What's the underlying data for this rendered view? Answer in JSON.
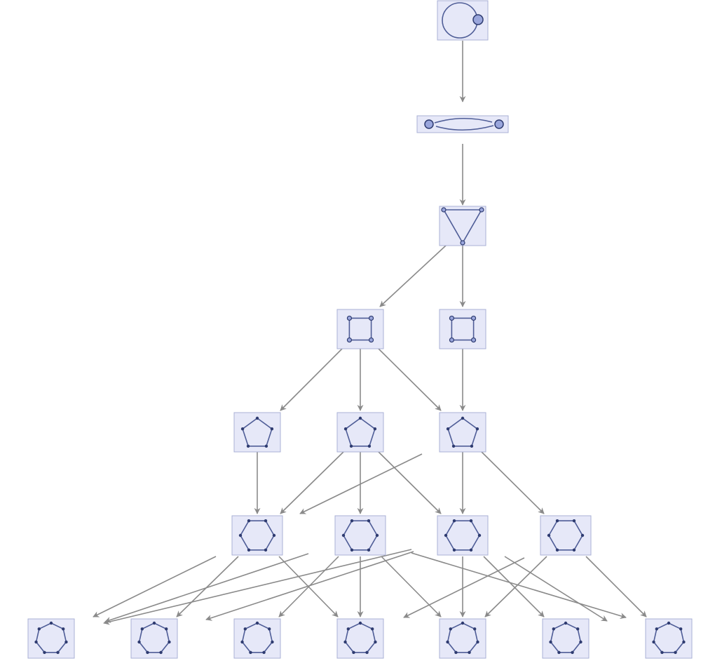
{
  "diagram": {
    "type": "directed-graph-of-cycle-graphs",
    "colors": {
      "node_fill": "#e6e8f8",
      "node_border": "#a9b0d6",
      "cycle_stroke": "#4f5d97",
      "vertex": "#2e3b70",
      "vertex_highlight": "#9aa6dc",
      "arrow": "#8a8a8a"
    },
    "nodes": [
      {
        "id": "n1",
        "vertices": 1
      },
      {
        "id": "n2",
        "vertices": 2
      },
      {
        "id": "n3",
        "vertices": 3
      },
      {
        "id": "n4a",
        "vertices": 4
      },
      {
        "id": "n4b",
        "vertices": 4
      },
      {
        "id": "n5a",
        "vertices": 5
      },
      {
        "id": "n5b",
        "vertices": 5
      },
      {
        "id": "n5c",
        "vertices": 5
      },
      {
        "id": "n6a",
        "vertices": 6
      },
      {
        "id": "n6b",
        "vertices": 6
      },
      {
        "id": "n6c",
        "vertices": 6
      },
      {
        "id": "n6d",
        "vertices": 6
      },
      {
        "id": "n7a",
        "vertices": 7
      },
      {
        "id": "n7b",
        "vertices": 7
      },
      {
        "id": "n7c",
        "vertices": 7
      },
      {
        "id": "n7d",
        "vertices": 7
      },
      {
        "id": "n7e",
        "vertices": 7
      },
      {
        "id": "n7f",
        "vertices": 7
      },
      {
        "id": "n7g",
        "vertices": 7
      }
    ],
    "edges": [
      [
        "n1",
        "n2"
      ],
      [
        "n2",
        "n3"
      ],
      [
        "n3",
        "n4a"
      ],
      [
        "n3",
        "n4b"
      ],
      [
        "n4a",
        "n5a"
      ],
      [
        "n4a",
        "n5b"
      ],
      [
        "n4a",
        "n5c"
      ],
      [
        "n4b",
        "n5c"
      ],
      [
        "n5a",
        "n6a"
      ],
      [
        "n5b",
        "n6a"
      ],
      [
        "n5b",
        "n6b"
      ],
      [
        "n5b",
        "n6c"
      ],
      [
        "n5c",
        "n6a"
      ],
      [
        "n5c",
        "n6c"
      ],
      [
        "n5c",
        "n6d"
      ],
      [
        "n6a",
        "n7a"
      ],
      [
        "n6a",
        "n7b"
      ],
      [
        "n6a",
        "n7d"
      ],
      [
        "n6a",
        "n7a"
      ],
      [
        "n6b",
        "n7a"
      ],
      [
        "n6b",
        "n7b"
      ],
      [
        "n6b",
        "n7c"
      ],
      [
        "n6b",
        "n7d"
      ],
      [
        "n6b",
        "n7e"
      ],
      [
        "n6b",
        "n7f"
      ],
      [
        "n6c",
        "n7c"
      ],
      [
        "n6c",
        "n7e"
      ],
      [
        "n6c",
        "n7f"
      ],
      [
        "n6c",
        "n7g"
      ],
      [
        "n6d",
        "n7d"
      ],
      [
        "n6d",
        "n7e"
      ],
      [
        "n6d",
        "n7g"
      ]
    ]
  }
}
